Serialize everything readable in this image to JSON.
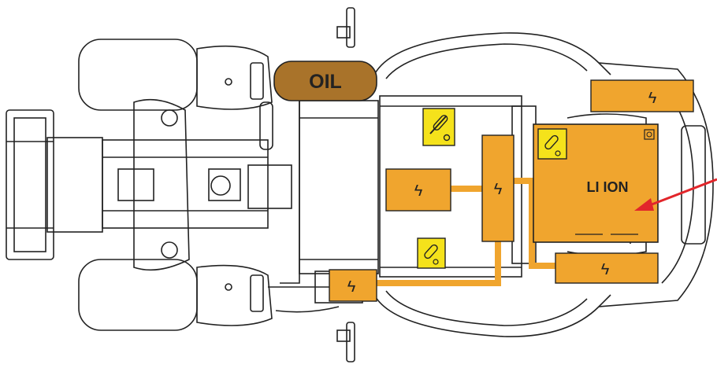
{
  "colors": {
    "background": "#ffffff",
    "line": "#222222",
    "component_orange": "#f0a52e",
    "oil_brown": "#a9732a",
    "warning_yellow": "#f5e21b",
    "pointer_red": "#e2262b"
  },
  "labels": {
    "oil": "OIL",
    "battery": "LI ION",
    "hv_symbol": "ϟ"
  },
  "icons": {
    "high_voltage": "lightning-bolt-icon",
    "warning": "warning-plate-icon",
    "pointer": "red-arrow-icon"
  }
}
